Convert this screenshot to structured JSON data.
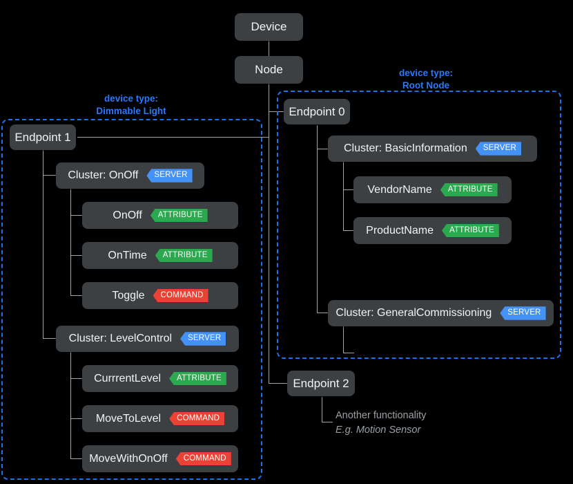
{
  "diagram": {
    "title_nodes": {
      "device": "Device",
      "node": "Node"
    },
    "device_types": {
      "dimmable_light": {
        "line1": "device type:",
        "line2": "Dimmable Light"
      },
      "root_node": {
        "line1": "device type:",
        "line2": "Root Node"
      }
    },
    "endpoints": {
      "ep0": "Endpoint 0",
      "ep1": "Endpoint 1",
      "ep2": "Endpoint 2"
    },
    "clusters": {
      "onoff": "Cluster: OnOff",
      "levelcontrol": "Cluster: LevelControl",
      "basicinfo": "Cluster: BasicInformation",
      "generalcomm": "Cluster: GeneralCommissioning"
    },
    "items": {
      "onoff_attr": "OnOff",
      "ontime_attr": "OnTime",
      "toggle_cmd": "Toggle",
      "currentlevel_attr": "CurrrentLevel",
      "movetolevel_cmd": "MoveToLevel",
      "movewithonoff_cmd": "MoveWithOnOff",
      "vendorname_attr": "VendorName",
      "productname_attr": "ProductName",
      "more_ellipsis": "..."
    },
    "badges": {
      "server": "SERVER",
      "attribute": "ATTRIBUTE",
      "command": "COMMAND"
    },
    "annotations": {
      "ep2_line1": "Another functionality",
      "ep2_line2": "E.g. Motion Sensor"
    },
    "colors": {
      "background": "#000000",
      "node_fill": "#3c4043",
      "node_text": "#f1f3f4",
      "connector": "#a8a8a8",
      "region_border": "#1a73e8",
      "device_type_text": "#2979ff",
      "badge_server": "#4592f7",
      "badge_attribute": "#2ca84f",
      "badge_command": "#ea4335",
      "annotation_text": "#9aa0a6"
    }
  }
}
